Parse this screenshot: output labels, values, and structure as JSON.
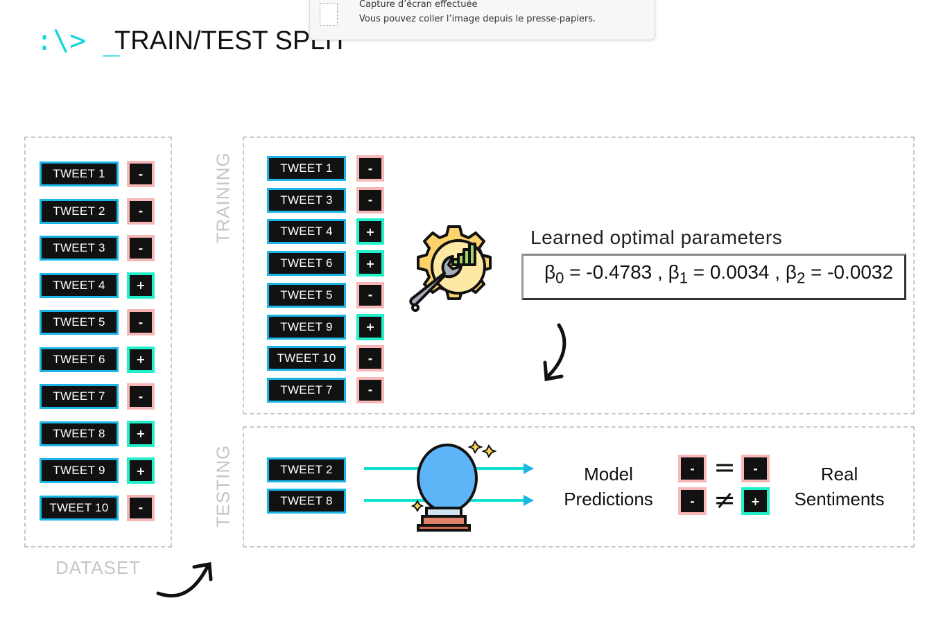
{
  "header": {
    "logo_text": ":\\> _",
    "title": "TRAIN/TEST SPLIT"
  },
  "notification": {
    "title": "Capture d’écran effectuée",
    "body": "Vous pouvez coller l’image depuis le presse-papiers."
  },
  "dataset": {
    "label": "DATASET",
    "rows": [
      {
        "tweet": "TWEET 1",
        "label": "-"
      },
      {
        "tweet": "TWEET 2",
        "label": "-"
      },
      {
        "tweet": "TWEET 3",
        "label": "-"
      },
      {
        "tweet": "TWEET 4",
        "label": "+"
      },
      {
        "tweet": "TWEET 5",
        "label": "-"
      },
      {
        "tweet": "TWEET 6",
        "label": "+"
      },
      {
        "tweet": "TWEET 7",
        "label": "-"
      },
      {
        "tweet": "TWEET 8",
        "label": "+"
      },
      {
        "tweet": "TWEET 9",
        "label": "+"
      },
      {
        "tweet": "TWEET 10",
        "label": "-"
      }
    ]
  },
  "training": {
    "label": "TRAINING",
    "rows": [
      {
        "tweet": "TWEET 1",
        "label": "-"
      },
      {
        "tweet": "TWEET 3",
        "label": "-"
      },
      {
        "tweet": "TWEET 4",
        "label": "+"
      },
      {
        "tweet": "TWEET 6",
        "label": "+"
      },
      {
        "tweet": "TWEET 5",
        "label": "-"
      },
      {
        "tweet": "TWEET 9",
        "label": "+"
      },
      {
        "tweet": "TWEET 10",
        "label": "-"
      },
      {
        "tweet": "TWEET 7",
        "label": "-"
      }
    ],
    "params_title": "Learned optimal parameters",
    "params": [
      {
        "sym": "β",
        "sub": "0",
        "val": " = -0.4783 , "
      },
      {
        "sym": "β",
        "sub": "1",
        "val": " = 0.0034 , "
      },
      {
        "sym": "β",
        "sub": "2",
        "val": " = -0.0032"
      }
    ]
  },
  "testing": {
    "label": "TESTING",
    "rows": [
      {
        "tweet": "TWEET 2"
      },
      {
        "tweet": "TWEET 8"
      }
    ],
    "predictions_label": [
      "Model",
      "Predictions"
    ],
    "real_label": [
      "Real",
      "Sentiments"
    ],
    "comparisons": [
      {
        "pred": "-",
        "real": "-",
        "op": "="
      },
      {
        "pred": "-",
        "real": "+",
        "op": "≠"
      }
    ]
  },
  "colors": {
    "accent": "#1ab6e6",
    "positive": "#22f0c8",
    "negative": "#f7b7b7",
    "arrow": "#12e0d0"
  }
}
